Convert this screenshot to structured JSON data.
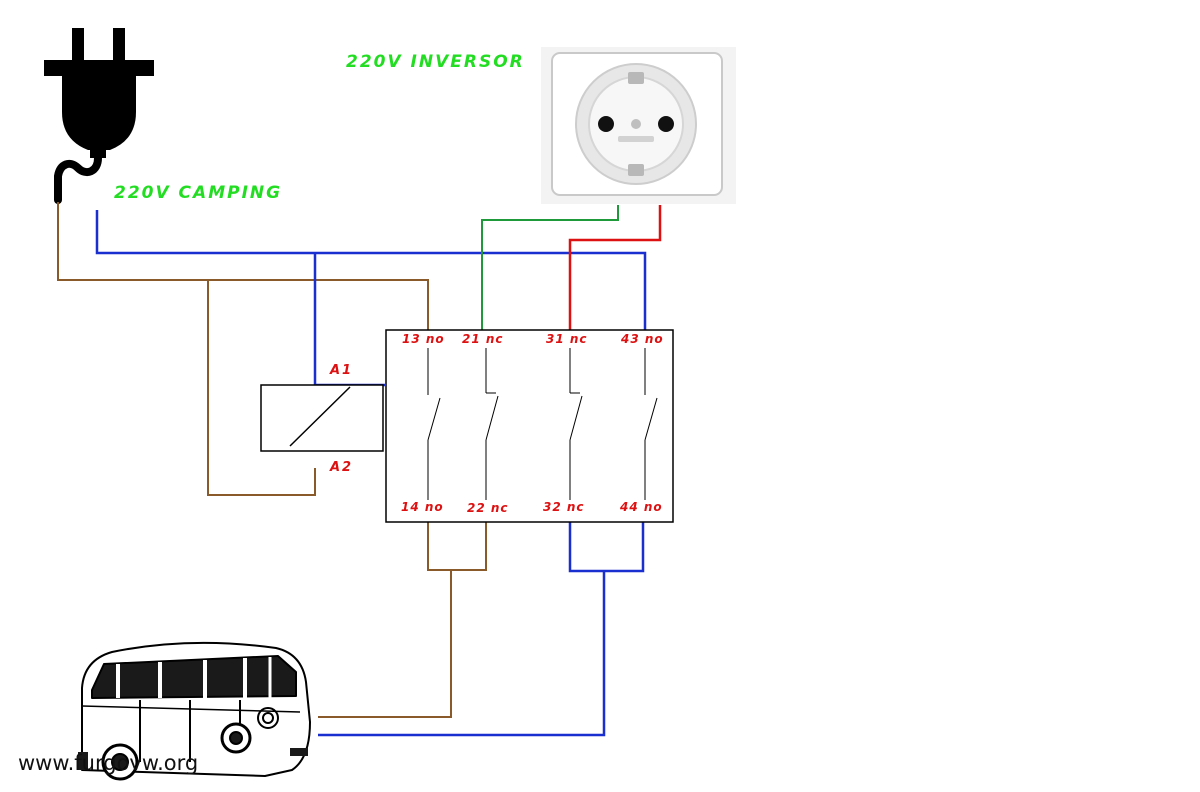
{
  "labels": {
    "inverter": "220V INVERSOR",
    "camping": "220V CAMPING",
    "coil_a1": "A1",
    "coil_a2": "A2",
    "website": "www.furgovw.org"
  },
  "contactor": {
    "top_terminals": [
      "13 no",
      "21 nc",
      "31 nc",
      "43 no"
    ],
    "bottom_terminals": [
      "14 no",
      "22 nc",
      "32 nc",
      "44 no"
    ]
  },
  "wire_colors": {
    "brown": "#8b5a2b",
    "blue": "#1a2fd0",
    "green": "#1f9a3a",
    "red": "#dd1111",
    "label_green": "#22dd22",
    "label_red": "#dd1111"
  },
  "icons": [
    "plug-icon",
    "socket-icon",
    "van-icon"
  ]
}
